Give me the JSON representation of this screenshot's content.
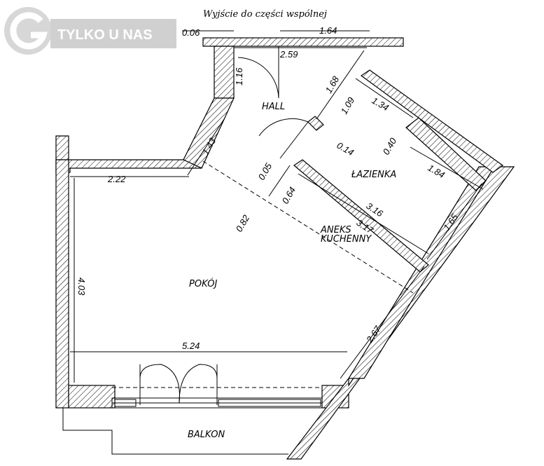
{
  "logo": {
    "text": "TYLKO U NAS"
  },
  "title": "Wyjście do części wspólnej",
  "rooms": {
    "hall": "HALL",
    "bathroom": "ŁAZIENKA",
    "kitchenette_line1": "ANEKS",
    "kitchenette_line2": "KUCHENNY",
    "room": "POKÓJ",
    "balcony": "BALKON"
  },
  "dimensions": {
    "d006": "0.06",
    "d164": "1.64",
    "d259": "2.59",
    "d116": "1.16",
    "d168": "1.68",
    "d109": "1.09",
    "d134": "1.34",
    "d143": "1.43",
    "d014": "0.14",
    "d040": "0.40",
    "d222": "2.22",
    "d005": "0.05",
    "d184": "1.84",
    "d064": "0.64",
    "d316": "3.16",
    "d082": "0.82",
    "d317": "3.17",
    "d165": "1.65",
    "d403": "4.03",
    "d267": "2.67",
    "d524": "5.24"
  }
}
